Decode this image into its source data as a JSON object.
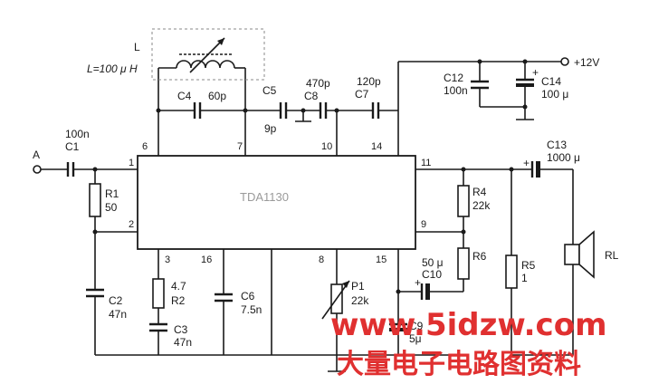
{
  "ic": {
    "name": "TDA1130"
  },
  "input_label": "A",
  "supply": "+12V",
  "components": {
    "L": {
      "name": "L",
      "value": "L=100 μ H"
    },
    "C1": {
      "name": "C1",
      "value": "100n"
    },
    "C2": {
      "name": "C2",
      "value": "47n"
    },
    "C3": {
      "name": "C3",
      "value": "47n"
    },
    "C4": {
      "name": "C4",
      "value": "60p"
    },
    "C5": {
      "name": "C5",
      "value": "9p"
    },
    "C6": {
      "name": "C6",
      "value": "7.5n"
    },
    "C7": {
      "name": "C7",
      "value": "120p"
    },
    "C8": {
      "name": "C8",
      "value": "470p"
    },
    "C9": {
      "name": "C9",
      "value": "5μ"
    },
    "C10": {
      "name": "C10",
      "value": "50 μ"
    },
    "C12": {
      "name": "C12",
      "value": "100n"
    },
    "C13": {
      "name": "C13",
      "value": "1000 μ"
    },
    "C14": {
      "name": "C14",
      "value": "100 μ"
    },
    "R1": {
      "name": "R1",
      "value": "50"
    },
    "R2": {
      "name": "R2",
      "value": "4.7"
    },
    "R4": {
      "name": "R4",
      "value": "22k"
    },
    "R5": {
      "name": "R5",
      "value": "1"
    },
    "R6": {
      "name": "R6"
    },
    "P1": {
      "name": "P1",
      "value": "22k"
    },
    "RL": {
      "name": "RL"
    }
  },
  "pins": [
    "1",
    "2",
    "3",
    "6",
    "7",
    "8",
    "9",
    "10",
    "11",
    "14",
    "15",
    "16"
  ],
  "watermark": {
    "url": "www.5idzw.com",
    "text": "大量电子电路图资料"
  }
}
